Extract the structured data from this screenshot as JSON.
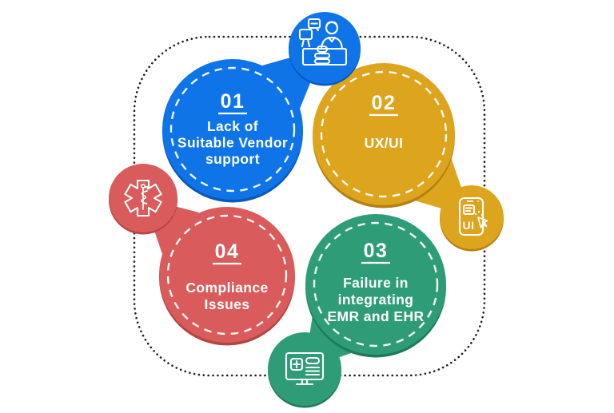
{
  "background": "#ffffff",
  "frame": {
    "dot_color": "#1e1e1e"
  },
  "items": [
    {
      "number": "01",
      "lines": [
        "Lack of",
        "Suitable Vendor",
        "support"
      ],
      "color": "#0e74e8",
      "color_dark": "#0a58b8",
      "icon": "support-desk-icon"
    },
    {
      "number": "02",
      "lines": [
        "UX/UI"
      ],
      "color": "#dda41e",
      "color_dark": "#b37f10",
      "icon": "mobile-ui-icon",
      "icon_label": "UI"
    },
    {
      "number": "03",
      "lines": [
        "Failure in",
        "integrating",
        "EMR and EHR"
      ],
      "color": "#2e9d77",
      "color_dark": "#1f7a5a",
      "icon": "emr-monitor-icon"
    },
    {
      "number": "04",
      "lines": [
        "Compliance",
        "Issues"
      ],
      "color": "#d95b5b",
      "color_dark": "#b34545",
      "icon": "star-of-life-icon"
    }
  ]
}
